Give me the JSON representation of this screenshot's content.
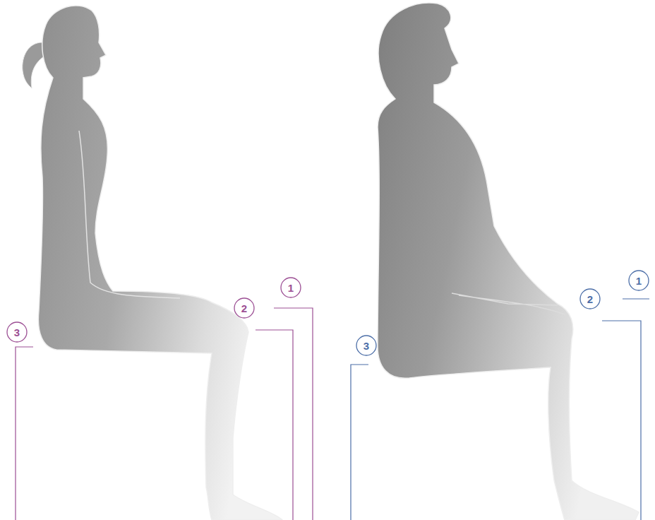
{
  "diagram": {
    "nodes": [
      {
        "text": [
          "1"
        ]
      },
      {
        "text": [
          "2"
        ]
      },
      {
        "text": [
          "3"
        ]
      },
      {
        "text": [
          "1"
        ]
      },
      {
        "text": [
          "2"
        ]
      },
      {
        "text": [
          "3"
        ]
      }
    ]
  }
}
